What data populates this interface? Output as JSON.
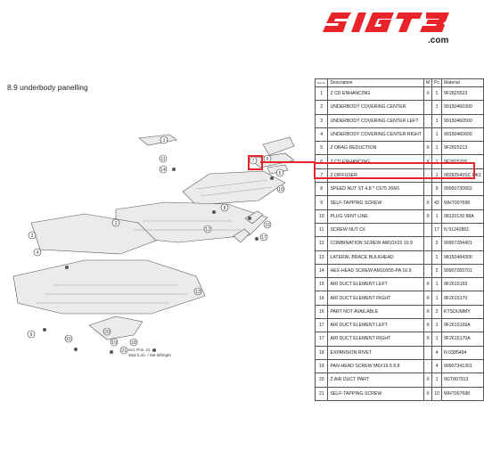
{
  "brand": {
    "logo_text": "SIGT3",
    "domain": ".com",
    "accent": "#e8232a"
  },
  "section": {
    "title": "8.9  underbody panelling"
  },
  "table": {
    "headers": {
      "pos": "Item No.",
      "description": "Description",
      "m": "M",
      "pc": "Pc",
      "material": "Material"
    },
    "rows": [
      {
        "pos": "1",
        "description": "Z CD ENHANCING",
        "m": "X",
        "pc": "1",
        "material": "9F2825523"
      },
      {
        "pos": "2",
        "description": "UNDERBODY COVERING CENTER",
        "m": "",
        "pc": "1",
        "material": "99150460300"
      },
      {
        "pos": "3",
        "description": "UNDERBODY COVERING CENTER LEFT",
        "m": "",
        "pc": "1",
        "material": "99150460500"
      },
      {
        "pos": "4",
        "description": "UNDERBODY COVERING CENTER RIGHT",
        "m": "",
        "pc": "1",
        "material": "99150460600"
      },
      {
        "pos": "5",
        "description": "Z DRAG REDUCTION",
        "m": "X",
        "pc": "1",
        "material": "9F2825213"
      },
      {
        "pos": "6",
        "description": "Z CD ENHANCING",
        "m": "X",
        "pc": "1",
        "material": "9F2825205"
      },
      {
        "pos": "7",
        "description": "Z DIFFUSER",
        "m": "",
        "pc": "1",
        "material": "98282549SC OK1"
      },
      {
        "pos": "8",
        "description": "SPEED NUT ST 4.8 * C675 26M1",
        "m": "",
        "pc": "9",
        "material": "99950730902"
      },
      {
        "pos": "9",
        "description": "SELF-TAPPING SCREW",
        "m": "X",
        "pc": "42",
        "material": "WHT007698"
      },
      {
        "pos": "10",
        "description": "PLUG VENT LINE",
        "m": "X",
        "pc": "1",
        "material": "98120139 88A"
      },
      {
        "pos": "11",
        "description": "SCREW NUT C6",
        "m": "",
        "pc": "17",
        "material": "N 91242801"
      },
      {
        "pos": "12",
        "description": "COMBINATION SCREW AM10X20 10.9",
        "m": "",
        "pc": "2",
        "material": "99907284401"
      },
      {
        "pos": "13",
        "description": "LATERAL BRACE BULKHEAD",
        "m": "",
        "pc": "1",
        "material": "98150484300"
      },
      {
        "pos": "14",
        "description": "HEX-HEAD SCREW AM10X55-PA 10.9",
        "m": "",
        "pc": "2",
        "material": "99907283701"
      },
      {
        "pos": "15",
        "description": "AIR DUCT ELEMENT LEFT",
        "m": "X",
        "pc": "1",
        "material": "9F2615169"
      },
      {
        "pos": "16",
        "description": "AIR DUCT ELEMENT RIGHT",
        "m": "X",
        "pc": "1",
        "material": "9F2615170"
      },
      {
        "pos": "16",
        "description": "PART NOT AVAILABLE",
        "m": "X",
        "pc": "2",
        "material": "KTSDUMMY"
      },
      {
        "pos": "17",
        "description": "AIR DUCT ELEMENT LEFT",
        "m": "X",
        "pc": "1",
        "material": "9F2615169A"
      },
      {
        "pos": "17",
        "description": "AIR DUCT ELEMENT RIGHT",
        "m": "X",
        "pc": "1",
        "material": "9F2615170A"
      },
      {
        "pos": "18",
        "description": "EXPANSION RIVET",
        "m": "",
        "pc": "4",
        "material": "N 0385494"
      },
      {
        "pos": "19",
        "description": "PAN-HEAD SCREW M6X19.5 8.8",
        "m": "",
        "pc": "4",
        "material": "99907341301"
      },
      {
        "pos": "20",
        "description": "Z AIR DUCT PART",
        "m": "X",
        "pc": "1",
        "material": "9GT807913"
      },
      {
        "pos": "21",
        "description": "SELF-TAPPING SCREW",
        "m": "X",
        "pc": "10",
        "material": "WHT007698"
      }
    ]
  },
  "diagram": {
    "callouts": [
      "1",
      "2",
      "3",
      "4",
      "5",
      "6",
      "7",
      "8",
      "9",
      "10",
      "11",
      "12",
      "13",
      "14",
      "15",
      "16",
      "17",
      "18",
      "19",
      "20",
      "21"
    ],
    "note_line1": "incl. Pos. 21",
    "note_line2": "Satz li./re. / Set left/right"
  }
}
